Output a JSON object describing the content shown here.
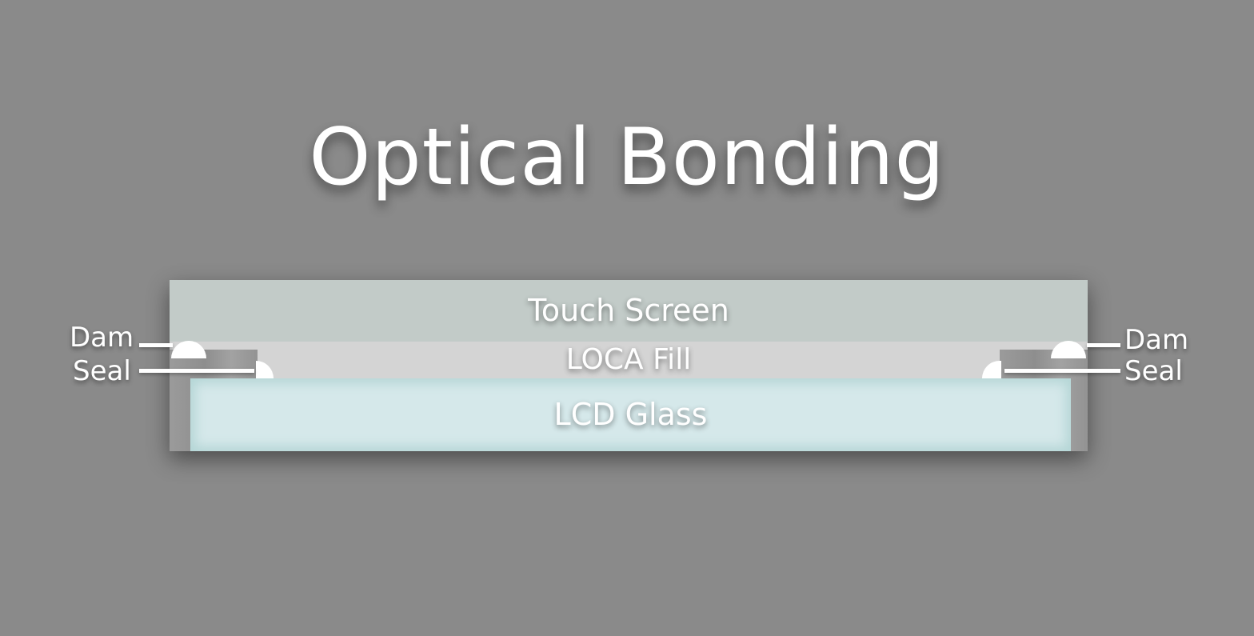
{
  "title": "Optical Bonding",
  "layers": {
    "touch_screen": "Touch Screen",
    "loca_fill": "LOCA Fill",
    "lcd_glass": "LCD Glass"
  },
  "callouts": {
    "left_dam": "Dam",
    "left_seal": "Seal",
    "right_dam": "Dam",
    "right_seal": "Seal"
  },
  "colors": {
    "background": "#8a8a8a",
    "touch_screen": "#c2cbc8",
    "loca_fill": "#d4d4d4",
    "lcd_glass": "#d5e8ea",
    "text": "#ffffff"
  }
}
